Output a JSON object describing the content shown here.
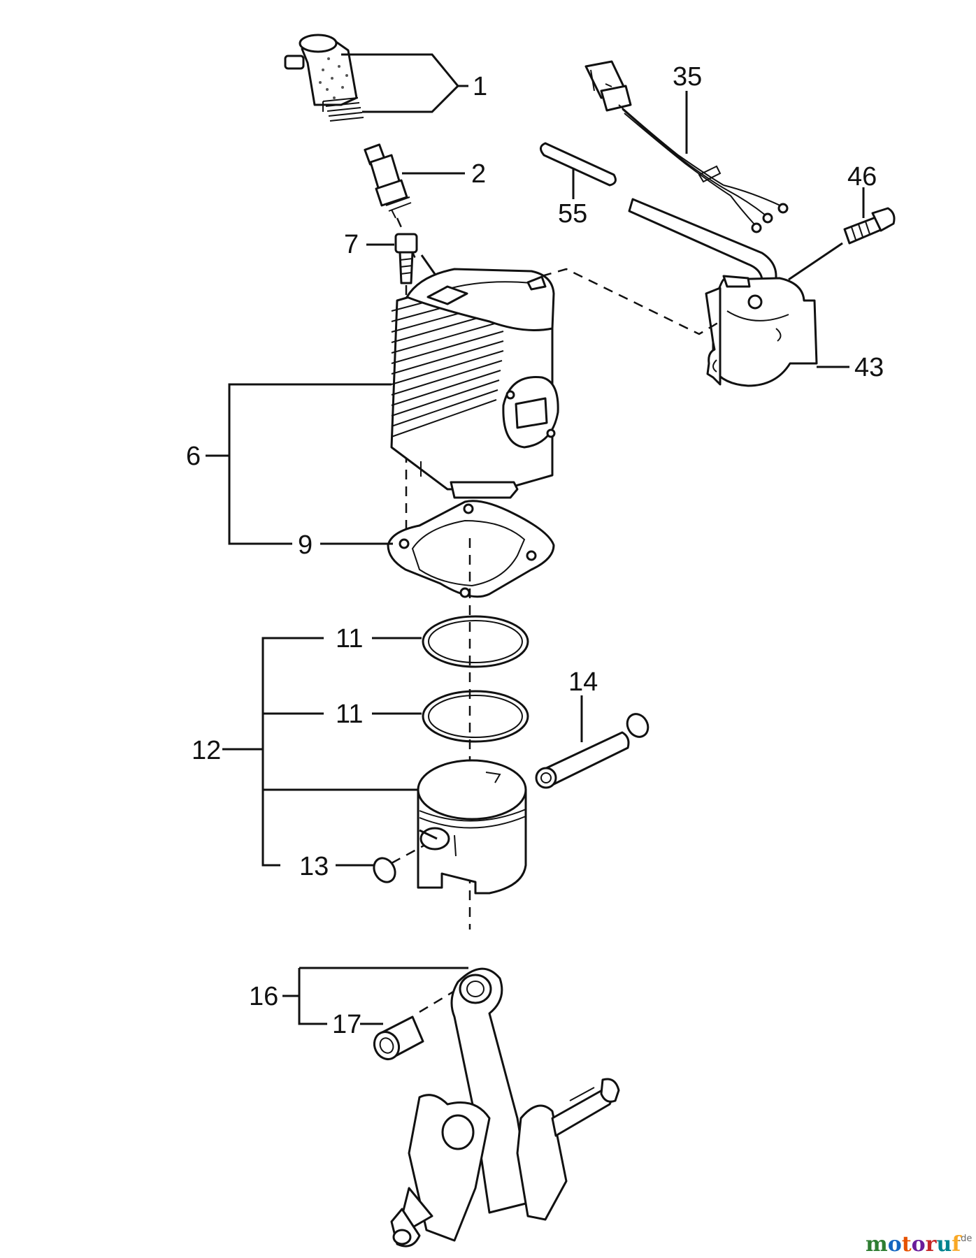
{
  "labels": {
    "p1": "1",
    "p2": "2",
    "p6": "6",
    "p7": "7",
    "p9": "9",
    "p11a": "11",
    "p11b": "11",
    "p12": "12",
    "p13": "13",
    "p14": "14",
    "p16": "16",
    "p17": "17",
    "p35": "35",
    "p43": "43",
    "p46": "46",
    "p55": "55"
  },
  "watermark": {
    "letters": [
      "m",
      "o",
      "t",
      "o",
      "r",
      "u",
      "f"
    ],
    "colors": [
      "#2e7d32",
      "#1565c0",
      "#e65100",
      "#6a1b9a",
      "#c62828",
      "#00838f",
      "#f9a825"
    ],
    "suffix": ".de"
  },
  "colors": {
    "ink": "#111111",
    "background": "#ffffff"
  }
}
